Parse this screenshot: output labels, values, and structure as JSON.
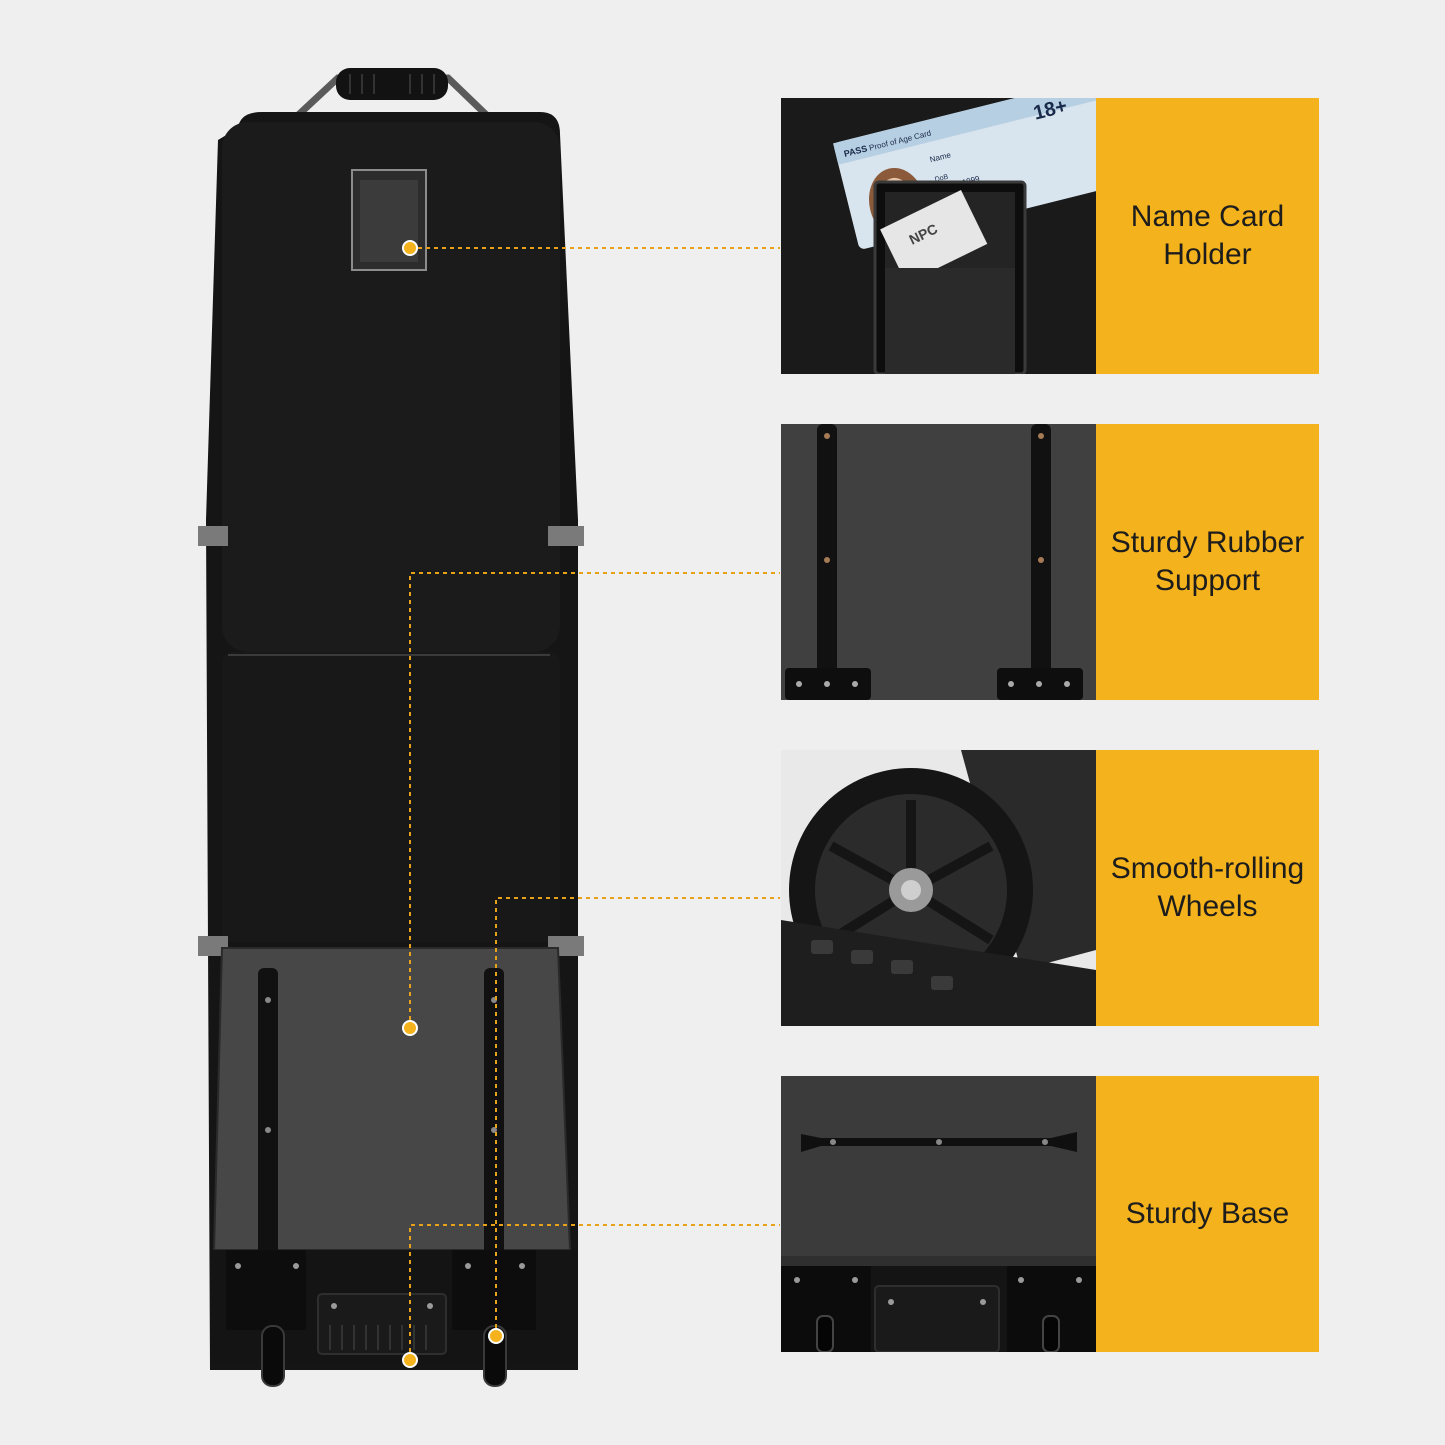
{
  "colors": {
    "background": "#efefef",
    "accent_yellow": "#f4b21c",
    "bag_black": "#161616",
    "bag_fabric_gray": "#454545",
    "callout_line": "#e8a21a"
  },
  "features": [
    {
      "label": "Name Card\nHolder",
      "icon": "name-card-holder-photo"
    },
    {
      "label": "Sturdy Rubber\nSupport",
      "icon": "rubber-support-photo"
    },
    {
      "label": "Smooth-rolling\nWheels",
      "icon": "wheel-photo"
    },
    {
      "label": "Sturdy Base",
      "icon": "base-photo"
    }
  ],
  "card_text": {
    "pass": "PASS",
    "proof": "Proof of Age Card",
    "dob_label": "DoB",
    "dob_value": "02 Oct 1999",
    "age": "18+",
    "npc": "NPC",
    "name_label": "Name"
  }
}
